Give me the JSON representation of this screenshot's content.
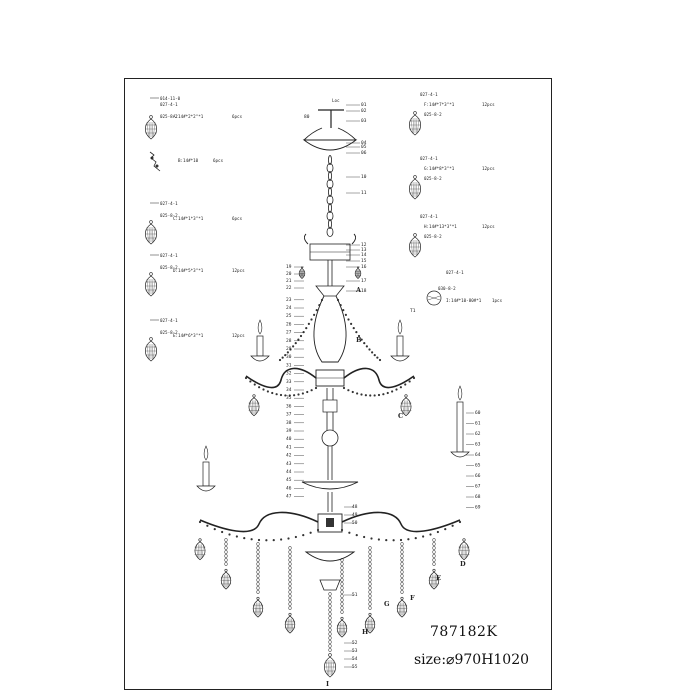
{
  "model": "787182K",
  "size_label": "size:⌀970H1020",
  "top_label": "Loc",
  "parts_list": [
    {
      "codes": [
        "014-11-0",
        "027-4-1"
      ],
      "code2": "025-8-2",
      "spec": "A:14#*2*2\"*1",
      "qty": "6pcs"
    },
    {
      "codes": [],
      "code2": "",
      "spec": "B:14#*10",
      "qty": "6pcs"
    },
    {
      "codes": [
        "027-4-1"
      ],
      "code2": "025-8-2",
      "spec": "C:14#*1*3\"*1",
      "qty": "6pcs"
    },
    {
      "codes": [
        "027-4-1"
      ],
      "code2": "025-8-2",
      "spec": "D:14#*5*3\"*1",
      "qty": "12pcs"
    },
    {
      "codes": [
        "027-4-1"
      ],
      "code2": "025-8-2",
      "spec": "E:14#*6*3\"*1",
      "qty": "12pcs"
    },
    {
      "codes": [
        "027-4-1"
      ],
      "code2": "025-8-2",
      "spec": "F:14#*7*3\"*1",
      "qty": "12pcs"
    },
    {
      "codes": [
        "027-4-1"
      ],
      "code2": "025-8-2",
      "spec": "G:14#*8*3\"*1",
      "qty": "12pcs"
    },
    {
      "codes": [
        "027-4-1"
      ],
      "code2": "025-8-2",
      "spec": "H:14#*13*3\"*1",
      "qty": "12pcs"
    },
    {
      "codes": [
        "027-4-1"
      ],
      "code2": "030-8-2",
      "spec": "I:14#*10-80#*1",
      "qty": "1pcs"
    }
  ],
  "right_part_numbers": [
    "01",
    "02",
    "03",
    "04",
    "05",
    "06",
    "10",
    "11",
    "12",
    "13",
    "14",
    "15",
    "16",
    "17",
    "18",
    "B",
    "C"
  ],
  "left_part_numbers": [
    "19",
    "20",
    "21",
    "22",
    "23",
    "24",
    "25",
    "26",
    "27",
    "28",
    "29",
    "30",
    "31",
    "32",
    "33",
    "34",
    "35",
    "36",
    "37",
    "38",
    "39",
    "40",
    "41",
    "42",
    "43",
    "44",
    "45",
    "46",
    "47"
  ],
  "lower_part_numbers": [
    "48",
    "49",
    "50",
    "51",
    "52",
    "53",
    "54",
    "55"
  ],
  "arm_part_numbers": [
    "60",
    "61",
    "62",
    "63",
    "64",
    "65",
    "66",
    "67",
    "68",
    "69"
  ],
  "drop_letters": [
    "A",
    "B",
    "C",
    "D",
    "E",
    "F",
    "G",
    "H",
    "I"
  ],
  "top_codes_extra": [
    "80"
  ],
  "bulb_code": "T1"
}
